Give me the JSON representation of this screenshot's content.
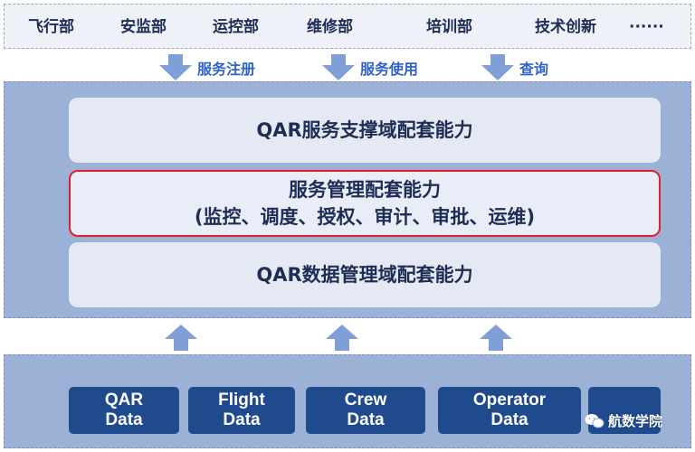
{
  "departments": [
    "飞行部",
    "安监部",
    "运控部",
    "维修部",
    "培训部",
    "技术创新",
    "······"
  ],
  "down_arrows": [
    {
      "label": "服务注册"
    },
    {
      "label": "服务使用"
    },
    {
      "label": "查询"
    }
  ],
  "layers": {
    "top": "QAR服务支撑域配套能力",
    "middle_line1": "服务管理配套能力",
    "middle_line2": "(监控、调度、授权、审计、审批、运维)",
    "bottom": "QAR数据管理域配套能力"
  },
  "data_sources": [
    {
      "line1": "QAR",
      "line2": "Data"
    },
    {
      "line1": "Flight",
      "line2": "Data"
    },
    {
      "line1": "Crew",
      "line2": "Data"
    },
    {
      "line1": "Operator",
      "line2": "Data"
    },
    {
      "line1": "",
      "line2": ""
    }
  ],
  "watermark": "航数学院",
  "colors": {
    "arrow": "#7f9fd6",
    "panel": "#9cb1d6",
    "layer": "#e4e9f4",
    "highlight_border": "#e0202a",
    "data_box": "#1f4a8e",
    "label_blue": "#2f63c9",
    "text_dark": "#1f2d55"
  }
}
